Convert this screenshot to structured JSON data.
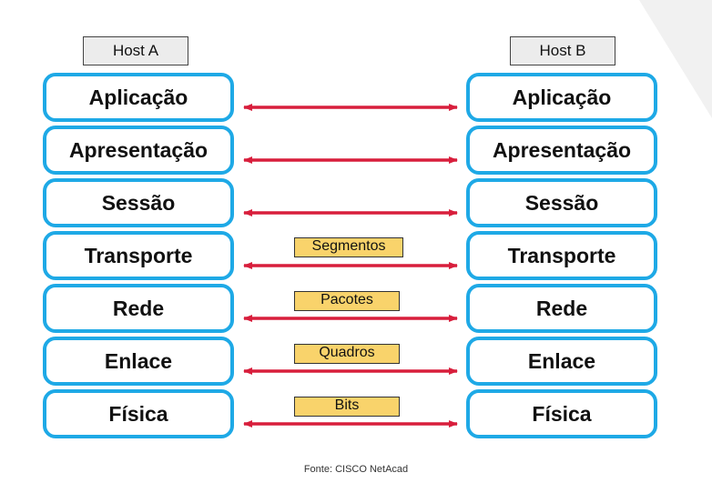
{
  "hosts": {
    "a": "Host A",
    "b": "Host B"
  },
  "layers": [
    "Aplicação",
    "Apresentação",
    "Sessão",
    "Transporte",
    "Rede",
    "Enlace",
    "Física"
  ],
  "pdu_labels": {
    "transporte": "Segmentos",
    "rede": "Pacotes",
    "enlace": "Quadros",
    "fisica": "Bits"
  },
  "source": "Fonte:  CISCO NetAcad",
  "colors": {
    "layer_border": "#1ea9e6",
    "arrow": "#d81e3c",
    "pdu_fill": "#f9d36b"
  }
}
